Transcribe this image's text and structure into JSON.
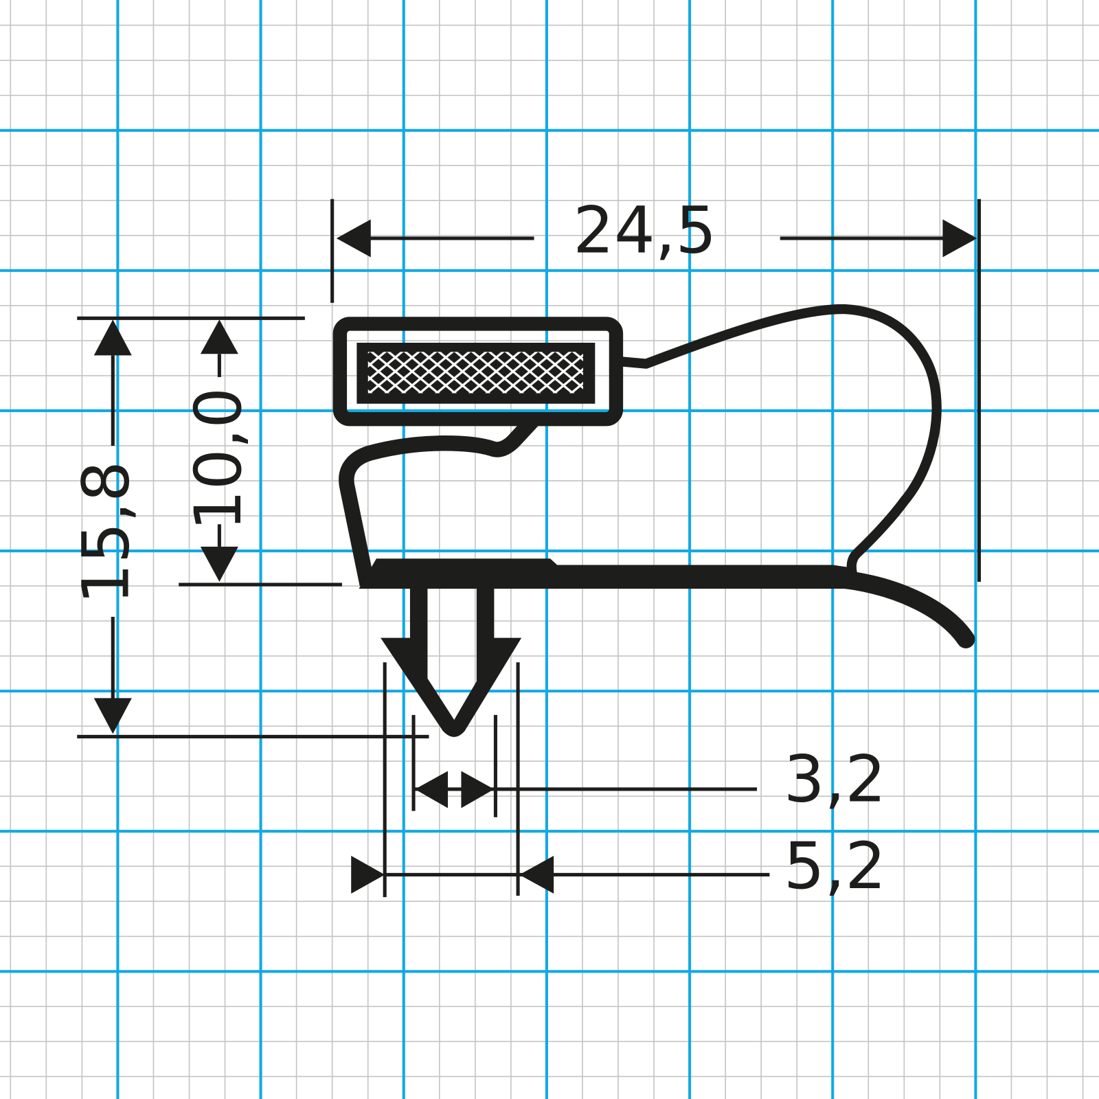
{
  "colors": {
    "ink": "#1d1d1b",
    "major_grid": "#12a9e4",
    "minor_grid": "#c4c4c4",
    "background": "#ffffff"
  },
  "dimensions": {
    "overall_width": "24,5",
    "overall_height": "15,8",
    "body_height": "10,0",
    "dart_width": "3,2",
    "dart_outer_width": "5,2"
  }
}
